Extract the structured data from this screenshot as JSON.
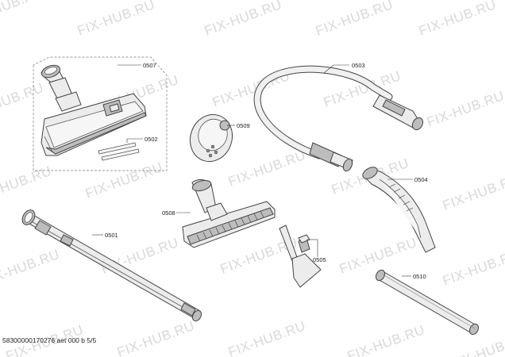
{
  "watermark": {
    "text": "FIX-HUB.RU",
    "rows": [
      [
        "FIX-HUB.RU",
        "FIX-HUB.RU",
        "FIX-HUB.RU",
        "FIX-HUB.RU",
        "FIX-HUB.RU"
      ],
      [
        "FIX-HUB.RU",
        "FIX-HUB.RU",
        "FIX-HUB.RU",
        "FIX-HUB.RU",
        "FIX-HUB.RU"
      ],
      [
        "FIX-HUB.RU",
        "FIX-HUB.RU",
        "FIX-HUB.RU",
        "FIX-HUB.RU",
        "FIX-HUB.RU"
      ],
      [
        "FIX-HUB.RU",
        "FIX-HUB.RU",
        "FIX-HUB.RU",
        "FIX-HUB.RU",
        "FIX-HUB.RU"
      ],
      [
        "FIX-HUB.RU",
        "FIX-HUB.RU",
        "FIX-HUB.RU",
        "FIX-HUB.RU",
        "FIX-HUB.RU"
      ]
    ]
  },
  "parts": {
    "p0501": "0501",
    "p0502": "0502",
    "p0503": "0503",
    "p0504": "0504",
    "p0505": "0505",
    "p0507": "0507",
    "p0508": "0508",
    "p0509": "0509",
    "p0510": "0510"
  },
  "footer": "58300000170276 aet 000 b 5/5"
}
